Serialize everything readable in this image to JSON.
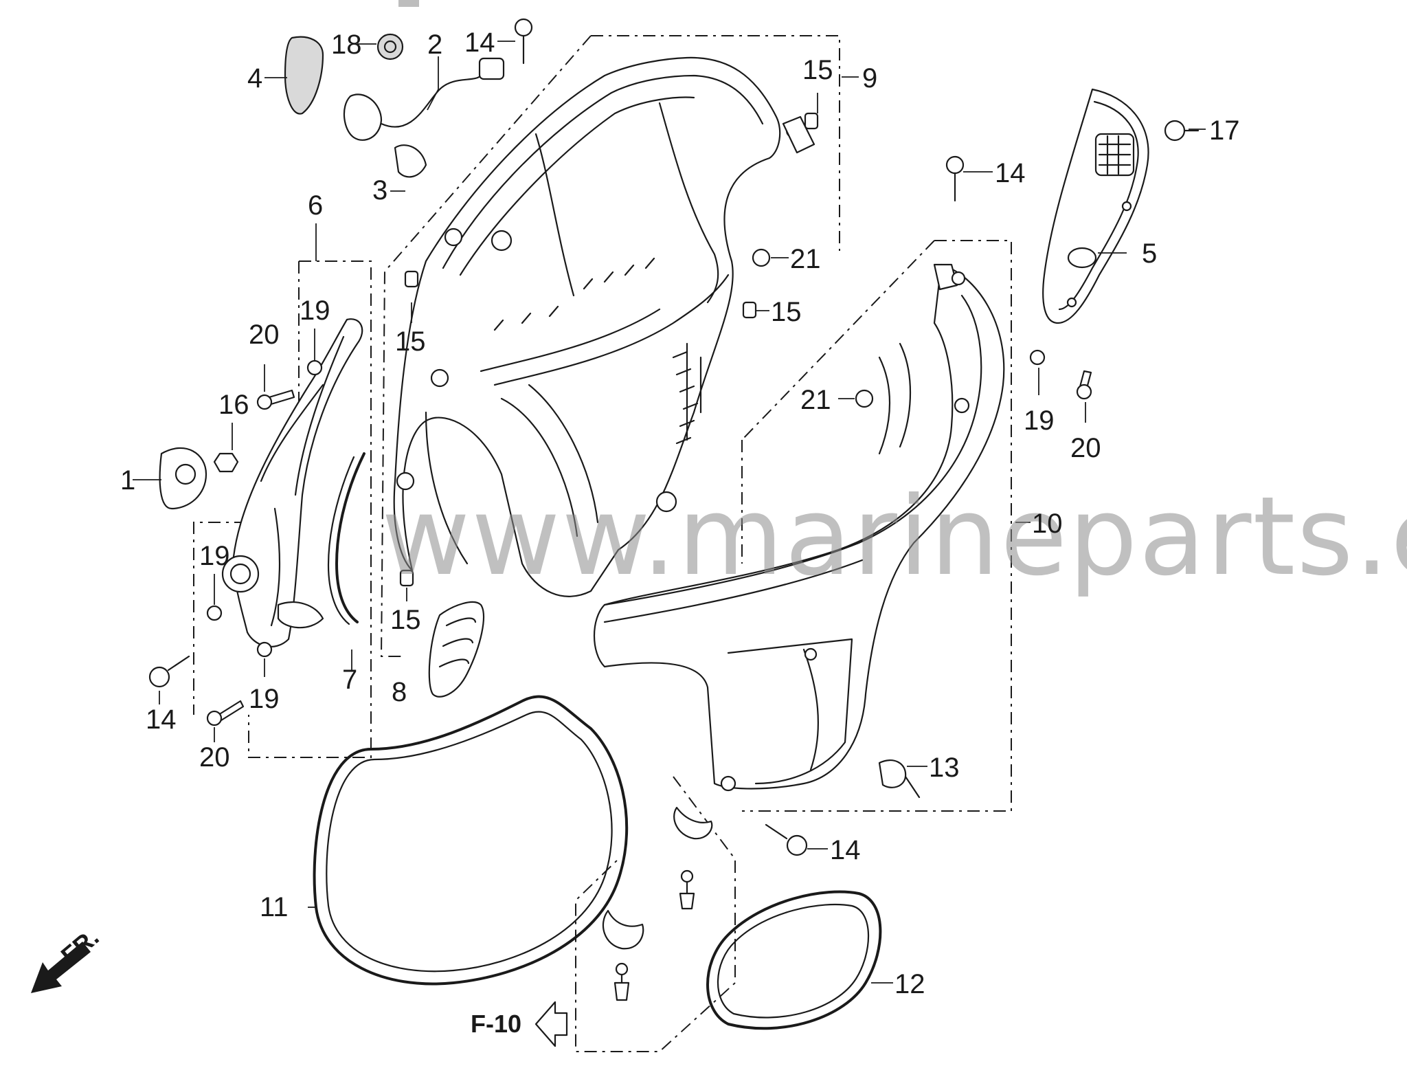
{
  "diagram": {
    "callouts": [
      {
        "id": "c1",
        "text": "1"
      },
      {
        "id": "c2",
        "text": "2"
      },
      {
        "id": "c3",
        "text": "3"
      },
      {
        "id": "c4",
        "text": "4"
      },
      {
        "id": "c5",
        "text": "5"
      },
      {
        "id": "c6",
        "text": "6"
      },
      {
        "id": "c7",
        "text": "7"
      },
      {
        "id": "c8",
        "text": "8"
      },
      {
        "id": "c9",
        "text": "9"
      },
      {
        "id": "c10",
        "text": "10"
      },
      {
        "id": "c11",
        "text": "11"
      },
      {
        "id": "c12",
        "text": "12"
      },
      {
        "id": "c13",
        "text": "13"
      },
      {
        "id": "c14a",
        "text": "14"
      },
      {
        "id": "c14b",
        "text": "14"
      },
      {
        "id": "c14c",
        "text": "14"
      },
      {
        "id": "c14d",
        "text": "14"
      },
      {
        "id": "c15a",
        "text": "15"
      },
      {
        "id": "c15b",
        "text": "15"
      },
      {
        "id": "c15c",
        "text": "15"
      },
      {
        "id": "c15d",
        "text": "15"
      },
      {
        "id": "c16",
        "text": "16"
      },
      {
        "id": "c17",
        "text": "17"
      },
      {
        "id": "c18",
        "text": "18"
      },
      {
        "id": "c19a",
        "text": "19"
      },
      {
        "id": "c19b",
        "text": "19"
      },
      {
        "id": "c19c",
        "text": "19"
      },
      {
        "id": "c19d",
        "text": "19"
      },
      {
        "id": "c20a",
        "text": "20"
      },
      {
        "id": "c20b",
        "text": "20"
      },
      {
        "id": "c20c",
        "text": "20"
      },
      {
        "id": "c21a",
        "text": "21"
      },
      {
        "id": "c21b",
        "text": "21"
      }
    ],
    "front_label": "FR.",
    "ref_label": "F-10",
    "watermark": "www.marineparts.eu"
  }
}
